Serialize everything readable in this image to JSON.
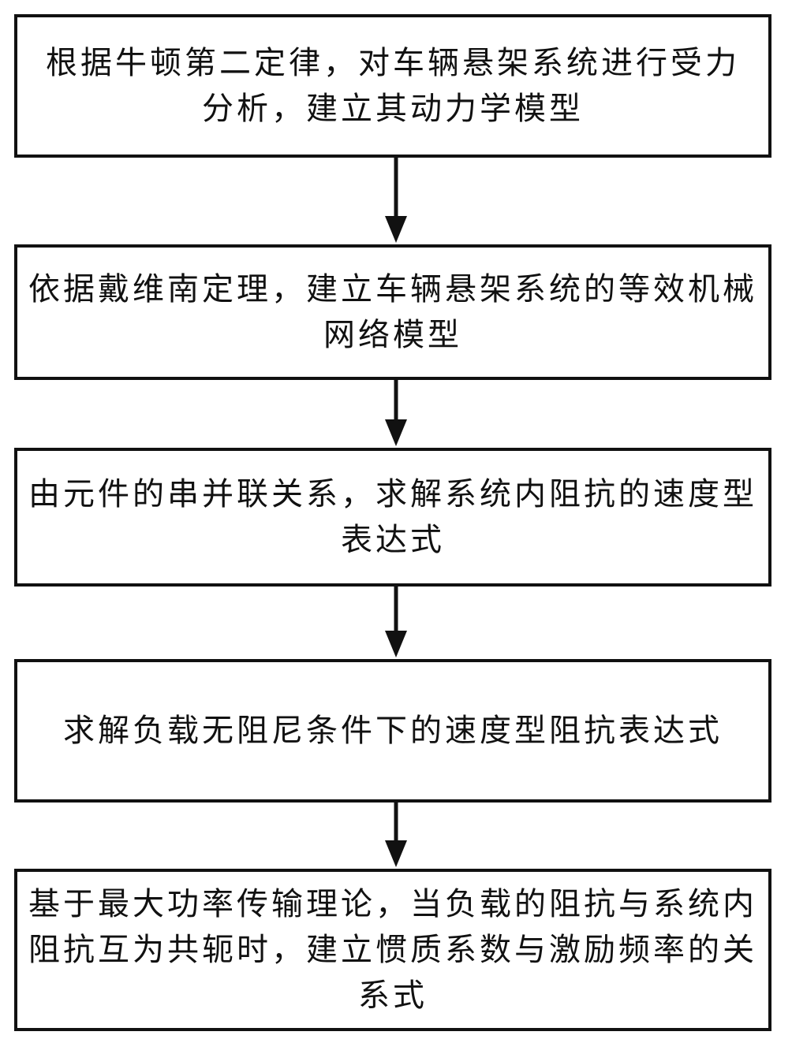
{
  "flowchart": {
    "steps": [
      {
        "id": "step1",
        "text": "根据牛顿第二定律，对车辆悬架系统进行受力分析，建立其动力学模型"
      },
      {
        "id": "step2",
        "text": "依据戴维南定理，建立车辆悬架系统的等效机械网络模型"
      },
      {
        "id": "step3",
        "text": "由元件的串并联关系，求解系统内阻抗的速度型表达式"
      },
      {
        "id": "step4",
        "text": "求解负载无阻尼条件下的速度型阻抗表达式"
      },
      {
        "id": "step5",
        "text": "基于最大功率传输理论，当负载的阻抗与系统内阻抗互为共轭时，建立惯质系数与激励频率的关系式"
      }
    ],
    "colors": {
      "border": "#111111",
      "arrow": "#111111",
      "background": "#ffffff"
    }
  }
}
